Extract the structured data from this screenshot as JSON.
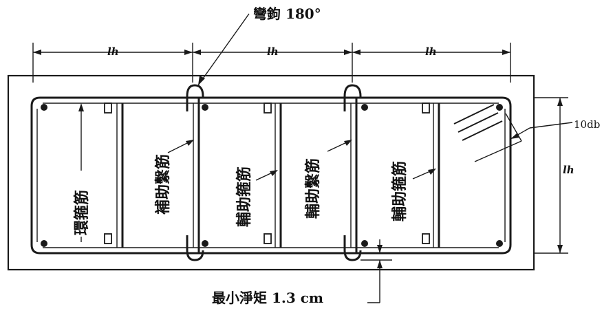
{
  "labels": {
    "hook": "彎鉤 180°",
    "hoop_tie": "環箍筋",
    "aux_crosstie": "補助繫筋",
    "aux_tie_1": "輔助箍筋",
    "aux_crosstie_2": "輔助繫筋",
    "aux_tie_2": "輔助箍筋",
    "min_clear": "最小淨矩 1.3 cm",
    "ext_len": "10db"
  },
  "dimensions": {
    "lh_1": "lh",
    "lh_2": "lh",
    "lh_3": "lh",
    "lh_side": "lh"
  },
  "colors": {
    "ink": "#1a1a1a",
    "background": "#ffffff"
  }
}
